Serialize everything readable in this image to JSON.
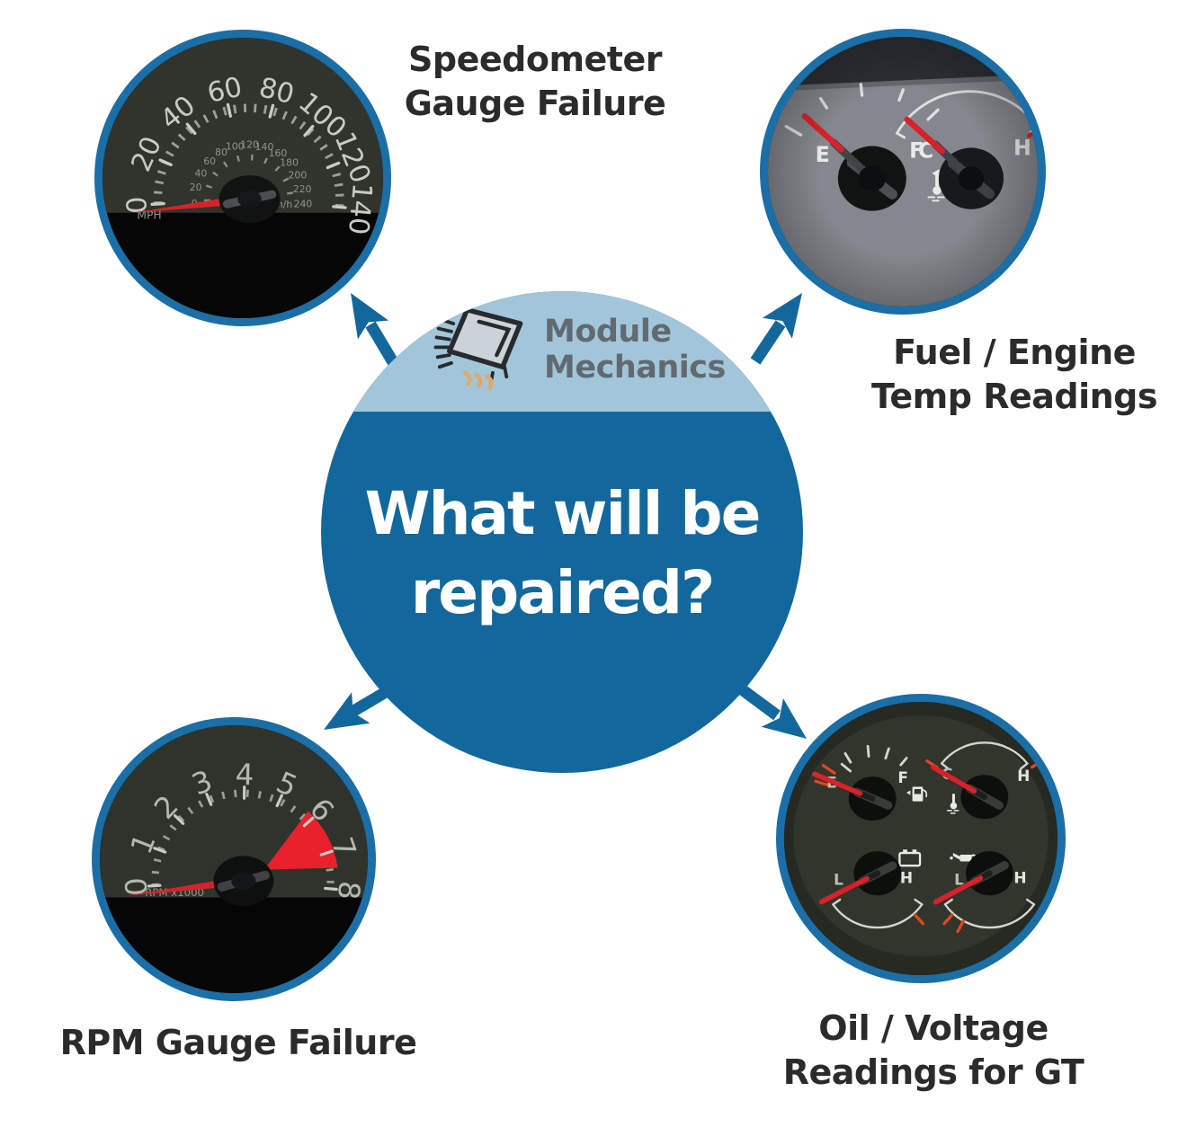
{
  "colors": {
    "accent_blue": "#12689d",
    "ring_blue": "#1b6ea6",
    "cap_blue": "#a2c6d9",
    "label_text": "#2b2b2b",
    "brand_text": "#616a71",
    "needle_red": "#d7222b",
    "redline_red": "#e8212b",
    "heat_orange": "#dda96e",
    "headline_text": "#ffffff"
  },
  "center": {
    "brand_line1": "Module",
    "brand_line2": "Mechanics",
    "headline_line1": "What will be",
    "headline_line2": "repaired?"
  },
  "nodes": {
    "speedometer": {
      "label_line1": "Speedometer",
      "label_line2": "Gauge Failure"
    },
    "fuel_temp": {
      "label_line1": "Fuel / Engine",
      "label_line2": "Temp Readings"
    },
    "rpm": {
      "label_line1": "RPM Gauge Failure"
    },
    "gt": {
      "label_line1": "Oil / Voltage",
      "label_line2": "Readings for GT"
    }
  },
  "gauges": {
    "speedometer": {
      "unit": "MPH",
      "unit_secondary": "km/h",
      "mph_scale": [
        "0",
        "20",
        "40",
        "60",
        "80",
        "100",
        "120",
        "140"
      ],
      "kmh_scale": [
        "0",
        "20",
        "40",
        "60",
        "80",
        "100",
        "120",
        "140",
        "160",
        "180",
        "200",
        "220",
        "240"
      ]
    },
    "tachometer": {
      "unit": "RPM x1000",
      "scale": [
        "0",
        "1",
        "2",
        "3",
        "4",
        "5",
        "6",
        "7",
        "8"
      ]
    },
    "fuel": {
      "empty": "E",
      "full": "F"
    },
    "temp": {
      "cold": "C",
      "hot": "H"
    },
    "voltage": {
      "low": "L",
      "high": "H"
    },
    "oil": {
      "low": "L",
      "high": "H"
    }
  }
}
